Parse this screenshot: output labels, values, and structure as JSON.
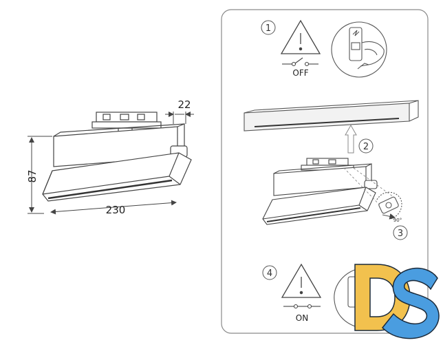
{
  "dimensions": {
    "width": "22",
    "height": "87",
    "length": "230"
  },
  "steps": [
    {
      "number": "1",
      "switch_label": "OFF"
    },
    {
      "number": "2"
    },
    {
      "number": "3",
      "angle_label": "90°"
    },
    {
      "number": "4",
      "switch_label": "ON"
    }
  ],
  "logo": {
    "letters": "DS",
    "color_d": "#f2c14e",
    "color_s": "#4a9de0"
  },
  "colors": {
    "line": "#444444",
    "panel_border": "#8a8a8a",
    "light_fill": "#f2f2f2"
  }
}
